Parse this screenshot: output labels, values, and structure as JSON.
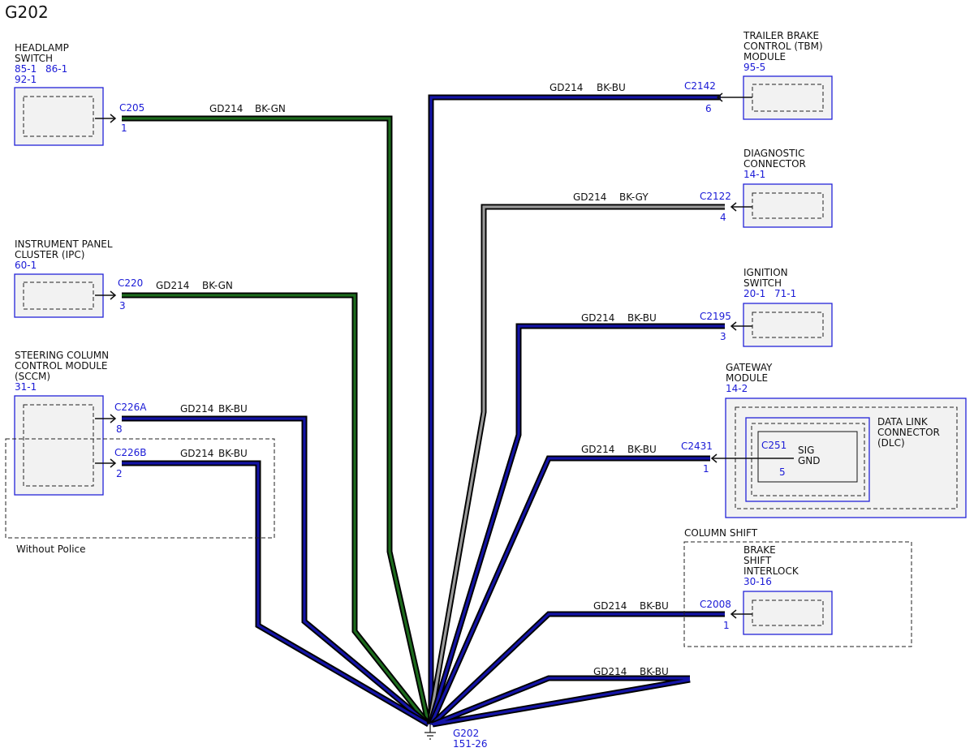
{
  "title": "G202",
  "colors": {
    "bkgn": "#1d6b1d",
    "bkbu": "#1414a6",
    "bkgy": "#9a9a9a",
    "outline": "#000000",
    "accent": "#1a1ad6"
  },
  "components": {
    "headlamp": {
      "name1": "HEADLAMP",
      "name2": "SWITCH",
      "ref1": "85-1",
      "ref1b": "86-1",
      "ref2": "92-1"
    },
    "ipc": {
      "name1": "INSTRUMENT PANEL",
      "name2": "CLUSTER (IPC)",
      "ref": "60-1"
    },
    "sccm": {
      "name1": "STEERING COLUMN",
      "name2": "CONTROL MODULE",
      "name3": "(SCCM)",
      "ref": "31-1"
    },
    "tbm": {
      "name1": "TRAILER BRAKE",
      "name2": "CONTROL (TBM)",
      "name3": "MODULE",
      "ref": "95-5"
    },
    "diag": {
      "name1": "DIAGNOSTIC",
      "name2": "CONNECTOR",
      "ref": "14-1"
    },
    "ign": {
      "name1": "IGNITION",
      "name2": "SWITCH",
      "ref1": "20-1",
      "ref1b": "71-1"
    },
    "gateway": {
      "name1": "GATEWAY",
      "name2": "MODULE",
      "ref": "14-2"
    },
    "dlc": {
      "name1": "DATA LINK",
      "name2": "CONNECTOR",
      "name3": "(DLC)",
      "connector": "C251",
      "pin": "5",
      "sig1": "SIG",
      "sig2": "GND"
    },
    "column_shift": {
      "label": "COLUMN SHIFT"
    },
    "bsi": {
      "name1": "BRAKE",
      "name2": "SHIFT",
      "name3": "INTERLOCK",
      "ref": "30-16"
    },
    "without_police": {
      "label": "Without Police"
    },
    "ground": {
      "name": "G202",
      "ref": "151-26"
    }
  },
  "connectors": {
    "c205": {
      "id": "C205",
      "pin": "1"
    },
    "c220": {
      "id": "C220",
      "pin": "3"
    },
    "c226a": {
      "id": "C226A",
      "pin": "8"
    },
    "c226b": {
      "id": "C226B",
      "pin": "2"
    },
    "c2142": {
      "id": "C2142",
      "pin": "6"
    },
    "c2122": {
      "id": "C2122",
      "pin": "4"
    },
    "c2195": {
      "id": "C2195",
      "pin": "3"
    },
    "c2431": {
      "id": "C2431",
      "pin": "1"
    },
    "c2008": {
      "id": "C2008",
      "pin": "1"
    }
  },
  "wires": {
    "headlamp": {
      "circuit": "GD214",
      "color": "BK-GN"
    },
    "ipc": {
      "circuit": "GD214",
      "color": "BK-GN"
    },
    "c226a": {
      "circuit": "GD214",
      "color": "BK-BU"
    },
    "c226b": {
      "circuit": "GD214",
      "color": "BK-BU"
    },
    "tbm": {
      "circuit": "GD214",
      "color": "BK-BU"
    },
    "diag": {
      "circuit": "GD214",
      "color": "BK-GY"
    },
    "ign": {
      "circuit": "GD214",
      "color": "BK-BU"
    },
    "gateway": {
      "circuit": "GD214",
      "color": "BK-BU"
    },
    "bsi": {
      "circuit": "GD214",
      "color": "BK-BU"
    },
    "open": {
      "circuit": "GD214",
      "color": "BK-BU"
    }
  }
}
